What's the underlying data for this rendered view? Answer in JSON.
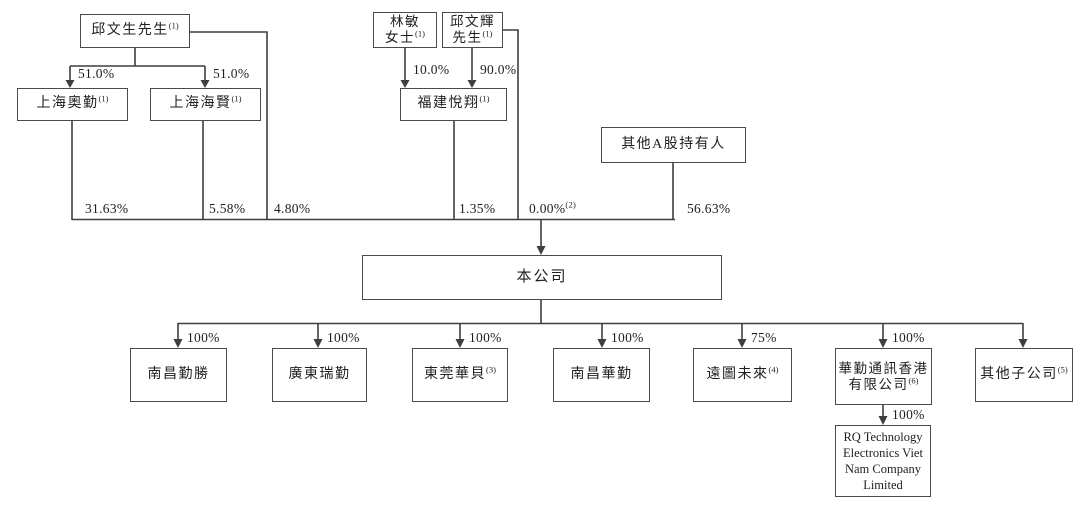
{
  "diagram": {
    "type": "shareholding-structure",
    "nodes": {
      "qiu_wensheng": {
        "label": "邱文生先生",
        "note": "(1)"
      },
      "lin_min": {
        "lines": [
          "林敏",
          "女士"
        ],
        "note": "(1)"
      },
      "qiu_wenhui": {
        "lines": [
          "邱文輝",
          "先生"
        ],
        "note": "(1)"
      },
      "shanghai_aoqin": {
        "label": "上海奧勤",
        "note": "(1)"
      },
      "shanghai_haixian": {
        "label": "上海海賢",
        "note": "(1)"
      },
      "fujian_yuexiang": {
        "label": "福建悅翔",
        "note": "(1)"
      },
      "other_a_shareholders": {
        "label": "其他A股持有人",
        "note": ""
      },
      "company": {
        "label": "本公司",
        "note": ""
      },
      "nanchang_qinsheng": {
        "label": "南昌勤勝",
        "note": ""
      },
      "guangdong_ruiqin": {
        "label": "廣東瑞勤",
        "note": ""
      },
      "dongguan_huabei": {
        "label": "東莞華貝",
        "note": "(3)"
      },
      "nanchang_huaqin": {
        "label": "南昌華勤",
        "note": ""
      },
      "yuantu_weilai": {
        "label": "遠圖未來",
        "note": "(4)"
      },
      "huaqin_hk": {
        "lines": [
          "華勤通訊香港",
          "有限公司"
        ],
        "note": "(6)"
      },
      "other_subsidiaries": {
        "label": "其他子公司",
        "note": "(5)"
      },
      "rq_vietnam": {
        "lines": [
          "RQ Technology",
          "Electronics Viet",
          "Nam Company",
          "Limited"
        ],
        "note": ""
      }
    },
    "edge_labels": {
      "wensheng_to_aoqin": "51.0%",
      "wensheng_to_haixian": "51.0%",
      "linmin_to_yuexiang": "10.0%",
      "wenhui_to_yuexiang": "90.0%",
      "aoqin_to_company": "31.63%",
      "haixian_to_company": "5.58%",
      "wensheng_to_company": "4.80%",
      "yuexiang_to_company": "1.35%",
      "wenhui_to_company": "0.00%",
      "wenhui_to_company_note": "(2)",
      "others_to_company": "56.63%",
      "to_nanchang_qinsheng": "100%",
      "to_guangdong_ruiqin": "100%",
      "to_dongguan_huabei": "100%",
      "to_nanchang_huaqin": "100%",
      "to_yuantu_weilai": "75%",
      "to_huaqin_hk": "100%",
      "to_rq_vietnam": "100%"
    },
    "colors": {
      "line": "#3f3f3f",
      "text": "#1f1f1f",
      "background": "#ffffff"
    }
  }
}
